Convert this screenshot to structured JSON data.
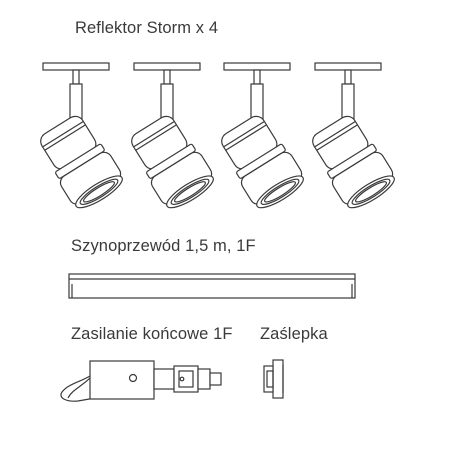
{
  "spotlights": {
    "label": "Reflektor Storm x 4",
    "count": 4
  },
  "rail": {
    "label": "Szynoprzewód 1,5 m, 1F"
  },
  "end_feed": {
    "label": "Zasilanie końcowe 1F"
  },
  "end_cap": {
    "label": "Zaślepka"
  },
  "colors": {
    "line": "#3a3a3a",
    "background": "#ffffff"
  }
}
